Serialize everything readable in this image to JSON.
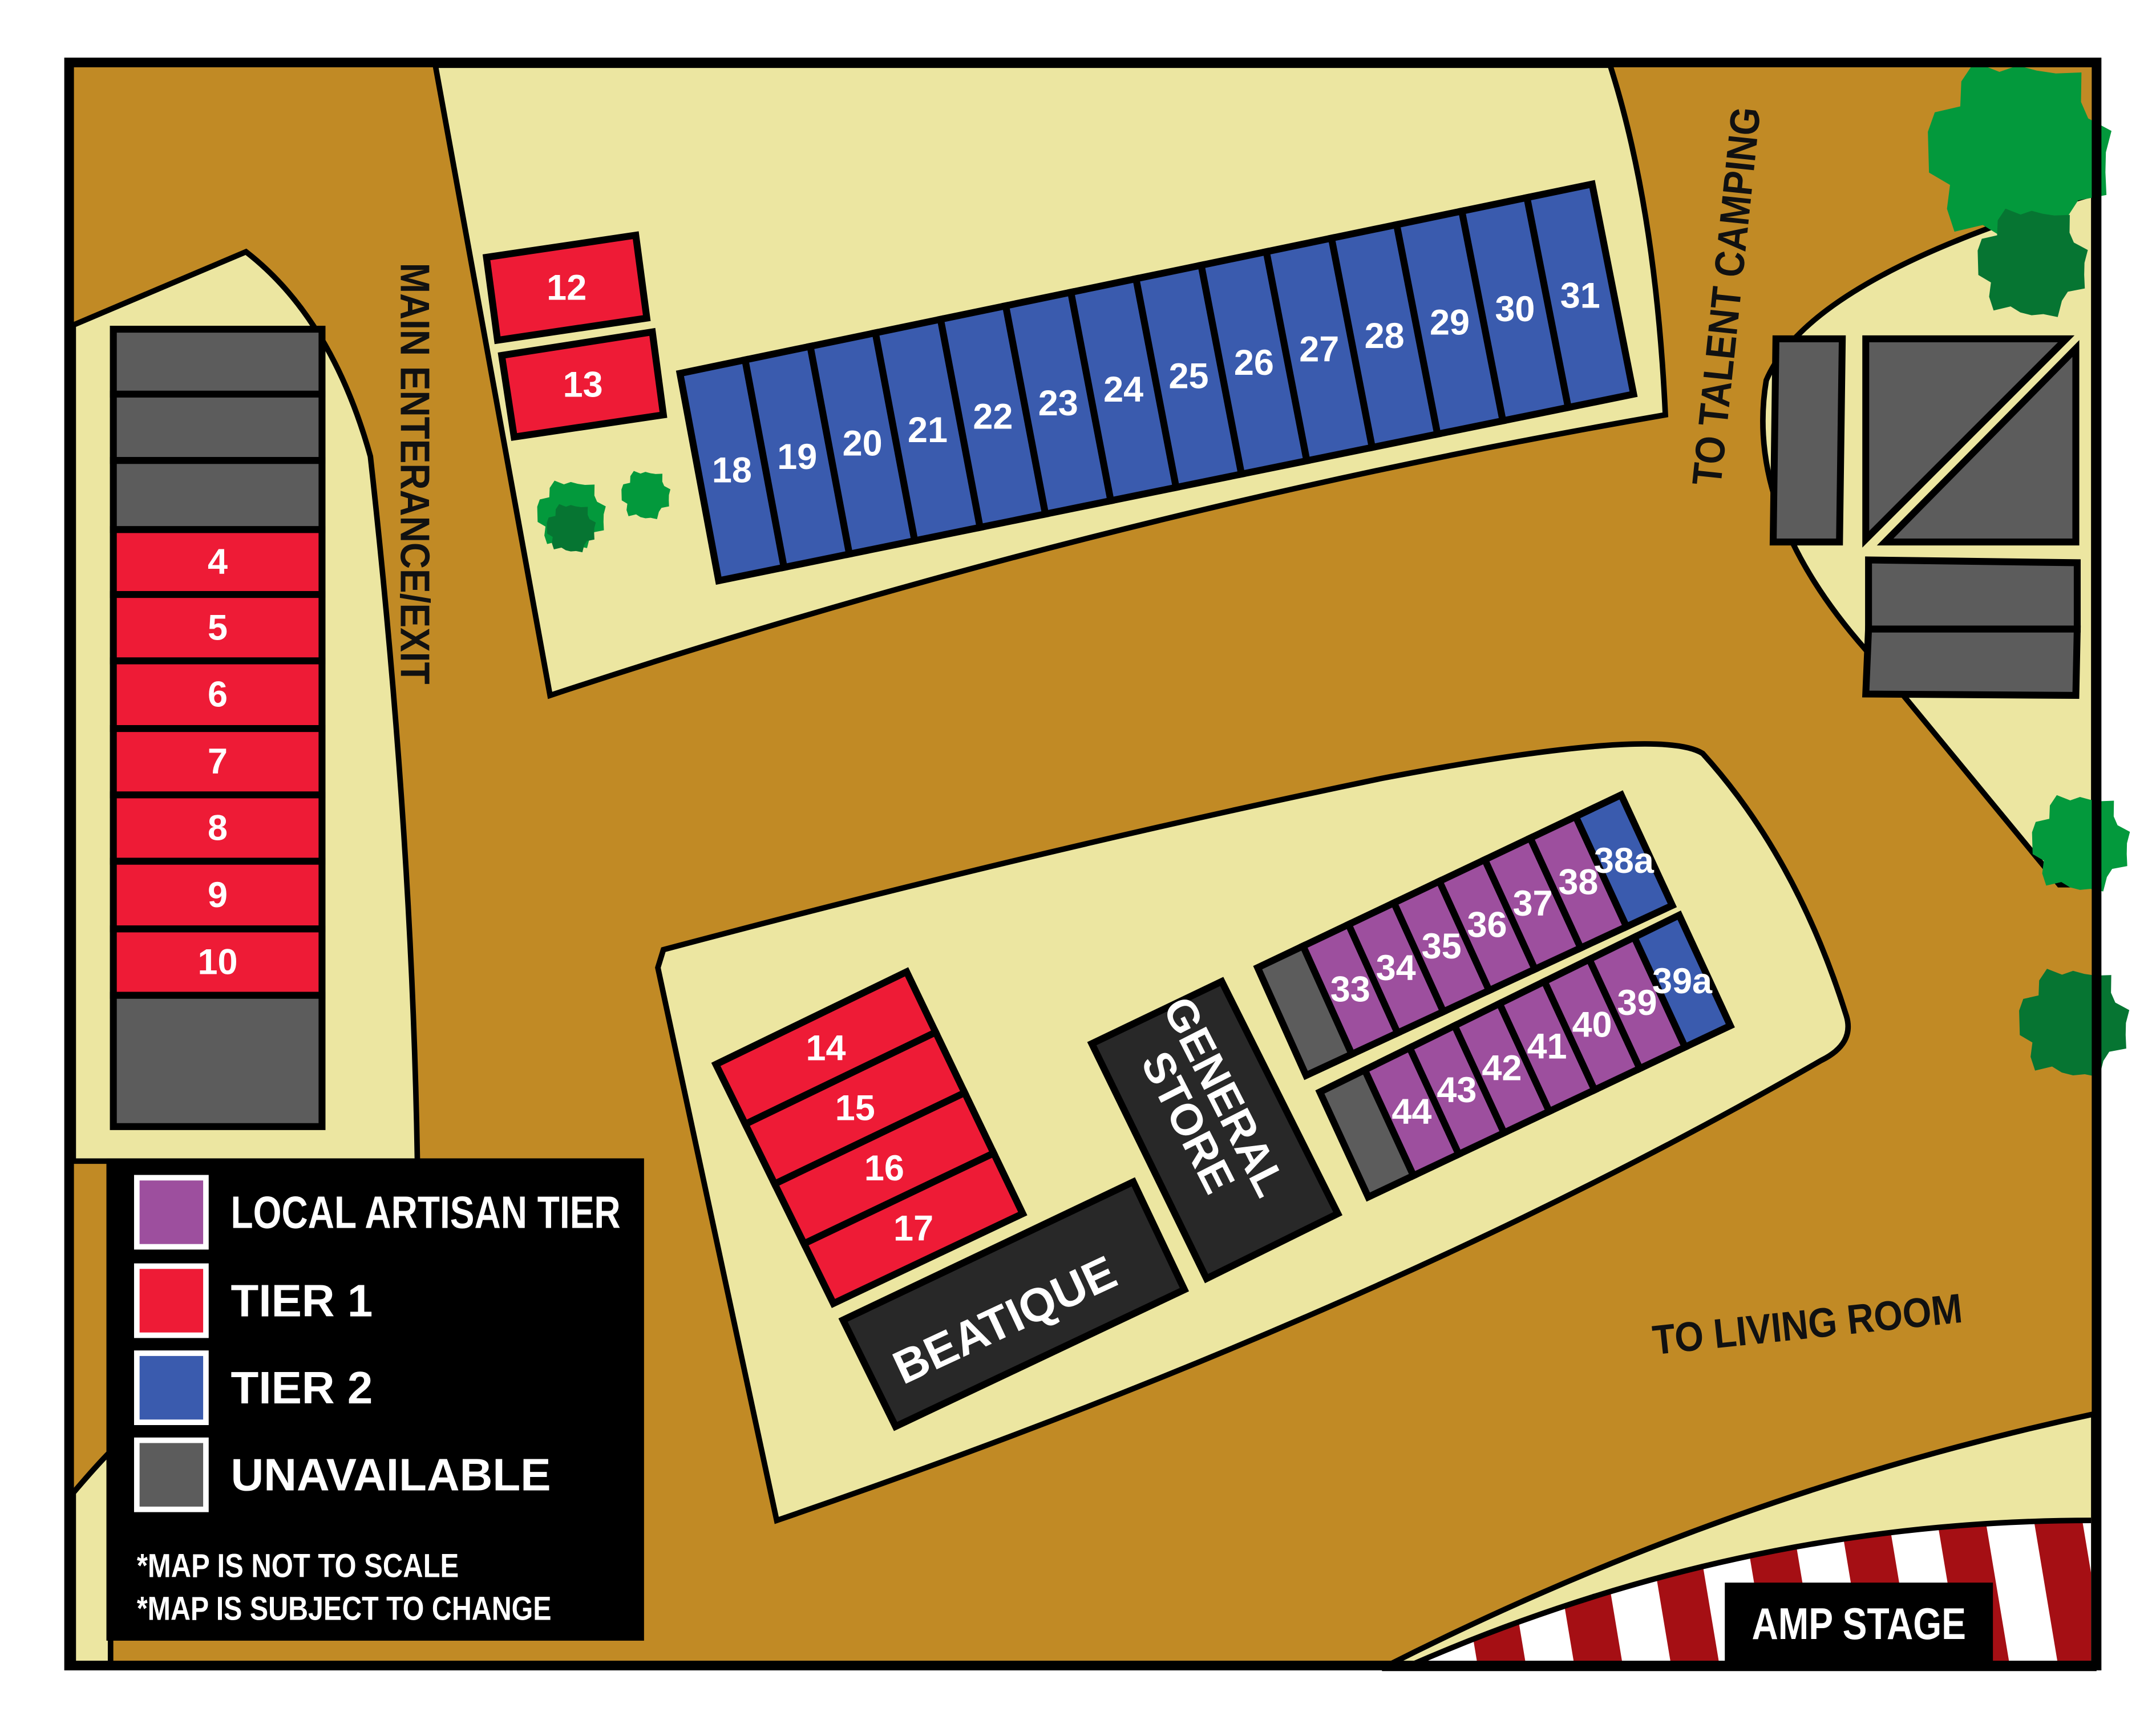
{
  "colors": {
    "ground": "#C18A25",
    "grass": "#ECE6A1",
    "local_artisan": "#9D4F9E",
    "tier1": "#EE1B36",
    "tier2": "#3A5BAE",
    "unavailable": "#5C5C5C",
    "building": "#282828",
    "tree": "#03993C",
    "tree_dark": "#067532",
    "stage_stripe": "#A50F14"
  },
  "labels": {
    "main_entrance": "MAIN ENTERANCE/EXIT",
    "talent_camping": "TO TALENT CAMPING",
    "living_room": "TO LIVING ROOM",
    "amp_stage": "AMP STAGE",
    "general_store_line1": "GENERAL",
    "general_store_line2": "STORE",
    "beatique": "BEATIQUE"
  },
  "legend": {
    "items": [
      {
        "label": "LOCAL ARTISAN TIER",
        "tier": "local_artisan"
      },
      {
        "label": "TIER 1",
        "tier": "tier1"
      },
      {
        "label": "TIER 2",
        "tier": "tier2"
      },
      {
        "label": "UNAVAILABLE",
        "tier": "unavailable"
      }
    ],
    "notes": [
      "*MAP IS NOT TO SCALE",
      "*MAP IS SUBJECT TO CHANGE"
    ]
  },
  "stalls": {
    "left_column": [
      {
        "label": "",
        "tier": "unavailable"
      },
      {
        "label": "",
        "tier": "unavailable"
      },
      {
        "label": "",
        "tier": "unavailable"
      },
      {
        "label": "4",
        "tier": "tier1"
      },
      {
        "label": "5",
        "tier": "tier1"
      },
      {
        "label": "6",
        "tier": "tier1"
      },
      {
        "label": "7",
        "tier": "tier1"
      },
      {
        "label": "8",
        "tier": "tier1"
      },
      {
        "label": "9",
        "tier": "tier1"
      },
      {
        "label": "10",
        "tier": "tier1"
      },
      {
        "label": "",
        "tier": "unavailable"
      }
    ],
    "top_pair": [
      {
        "label": "12",
        "tier": "tier1"
      },
      {
        "label": "13",
        "tier": "tier1"
      }
    ],
    "top_row": [
      {
        "label": "18",
        "tier": "tier2"
      },
      {
        "label": "19",
        "tier": "tier2"
      },
      {
        "label": "20",
        "tier": "tier2"
      },
      {
        "label": "21",
        "tier": "tier2"
      },
      {
        "label": "22",
        "tier": "tier2"
      },
      {
        "label": "23",
        "tier": "tier2"
      },
      {
        "label": "24",
        "tier": "tier2"
      },
      {
        "label": "25",
        "tier": "tier2"
      },
      {
        "label": "26",
        "tier": "tier2"
      },
      {
        "label": "27",
        "tier": "tier2"
      },
      {
        "label": "28",
        "tier": "tier2"
      },
      {
        "label": "29",
        "tier": "tier2"
      },
      {
        "label": "30",
        "tier": "tier2"
      },
      {
        "label": "31",
        "tier": "tier2"
      }
    ],
    "block_14_17": [
      {
        "label": "14",
        "tier": "tier1"
      },
      {
        "label": "15",
        "tier": "tier1"
      },
      {
        "label": "16",
        "tier": "tier1"
      },
      {
        "label": "17",
        "tier": "tier1"
      }
    ],
    "artisan_row_upper": [
      {
        "label": "",
        "tier": "unavailable"
      },
      {
        "label": "33",
        "tier": "local_artisan"
      },
      {
        "label": "34",
        "tier": "local_artisan"
      },
      {
        "label": "35",
        "tier": "local_artisan"
      },
      {
        "label": "36",
        "tier": "local_artisan"
      },
      {
        "label": "37",
        "tier": "local_artisan"
      },
      {
        "label": "38",
        "tier": "local_artisan"
      },
      {
        "label": "38a",
        "tier": "tier2"
      }
    ],
    "artisan_row_lower": [
      {
        "label": "",
        "tier": "unavailable"
      },
      {
        "label": "44",
        "tier": "local_artisan"
      },
      {
        "label": "43",
        "tier": "local_artisan"
      },
      {
        "label": "42",
        "tier": "local_artisan"
      },
      {
        "label": "41",
        "tier": "local_artisan"
      },
      {
        "label": "40",
        "tier": "local_artisan"
      },
      {
        "label": "39",
        "tier": "local_artisan"
      },
      {
        "label": "39a",
        "tier": "tier2"
      }
    ],
    "talent_area": [
      {
        "label": "",
        "tier": "unavailable"
      },
      {
        "label": "",
        "tier": "unavailable"
      },
      {
        "label": "",
        "tier": "unavailable"
      },
      {
        "label": "",
        "tier": "unavailable"
      },
      {
        "label": "",
        "tier": "unavailable"
      }
    ]
  }
}
